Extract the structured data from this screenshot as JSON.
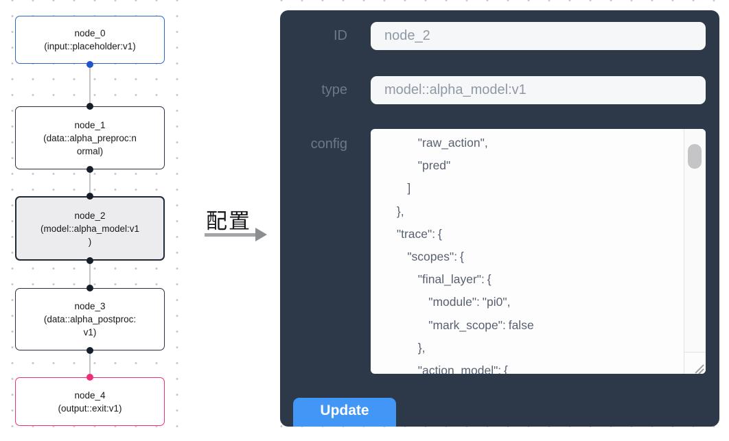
{
  "flow": {
    "nodes": [
      {
        "id": "node_0",
        "lines": [
          "node_0",
          "(input::placeholder:v1)"
        ]
      },
      {
        "id": "node_1",
        "lines": [
          "node_1",
          "(data::alpha_preproc:n",
          "ormal)"
        ]
      },
      {
        "id": "node_2",
        "lines": [
          "node_2",
          "(model::alpha_model:v1",
          ")"
        ]
      },
      {
        "id": "node_3",
        "lines": [
          "node_3",
          "(data::alpha_postproc:",
          "v1)"
        ]
      },
      {
        "id": "node_4",
        "lines": [
          "node_4",
          "(output::exit:v1)"
        ]
      }
    ],
    "selected_node": "node_2"
  },
  "arrow": {
    "label": "配置"
  },
  "panel": {
    "fields": [
      {
        "label": "ID",
        "value": "node_2"
      },
      {
        "label": "type",
        "value": "model::alpha_model:v1"
      }
    ],
    "config": {
      "label": "config",
      "lines": [
        "                \"raw_action\",",
        "                \"pred\"",
        "            ]",
        "        },",
        "        \"trace\": {",
        "            \"scopes\": {",
        "                \"final_layer\": {",
        "                    \"module\": \"pi0\",",
        "                    \"mark_scope\": false",
        "                },",
        "                \"action_model\": {"
      ]
    },
    "update_label": "Update"
  },
  "colors": {
    "panel_bg": "#2d3848",
    "accent_blue": "#4296f5",
    "input_node_border": "#2c63c9",
    "output_node_border": "#ee2e79",
    "selected_node_bg": "#ececee",
    "handle_dark": "#161e2a",
    "handle_blue": "#1d55cc",
    "handle_pink": "#ee2e79"
  }
}
